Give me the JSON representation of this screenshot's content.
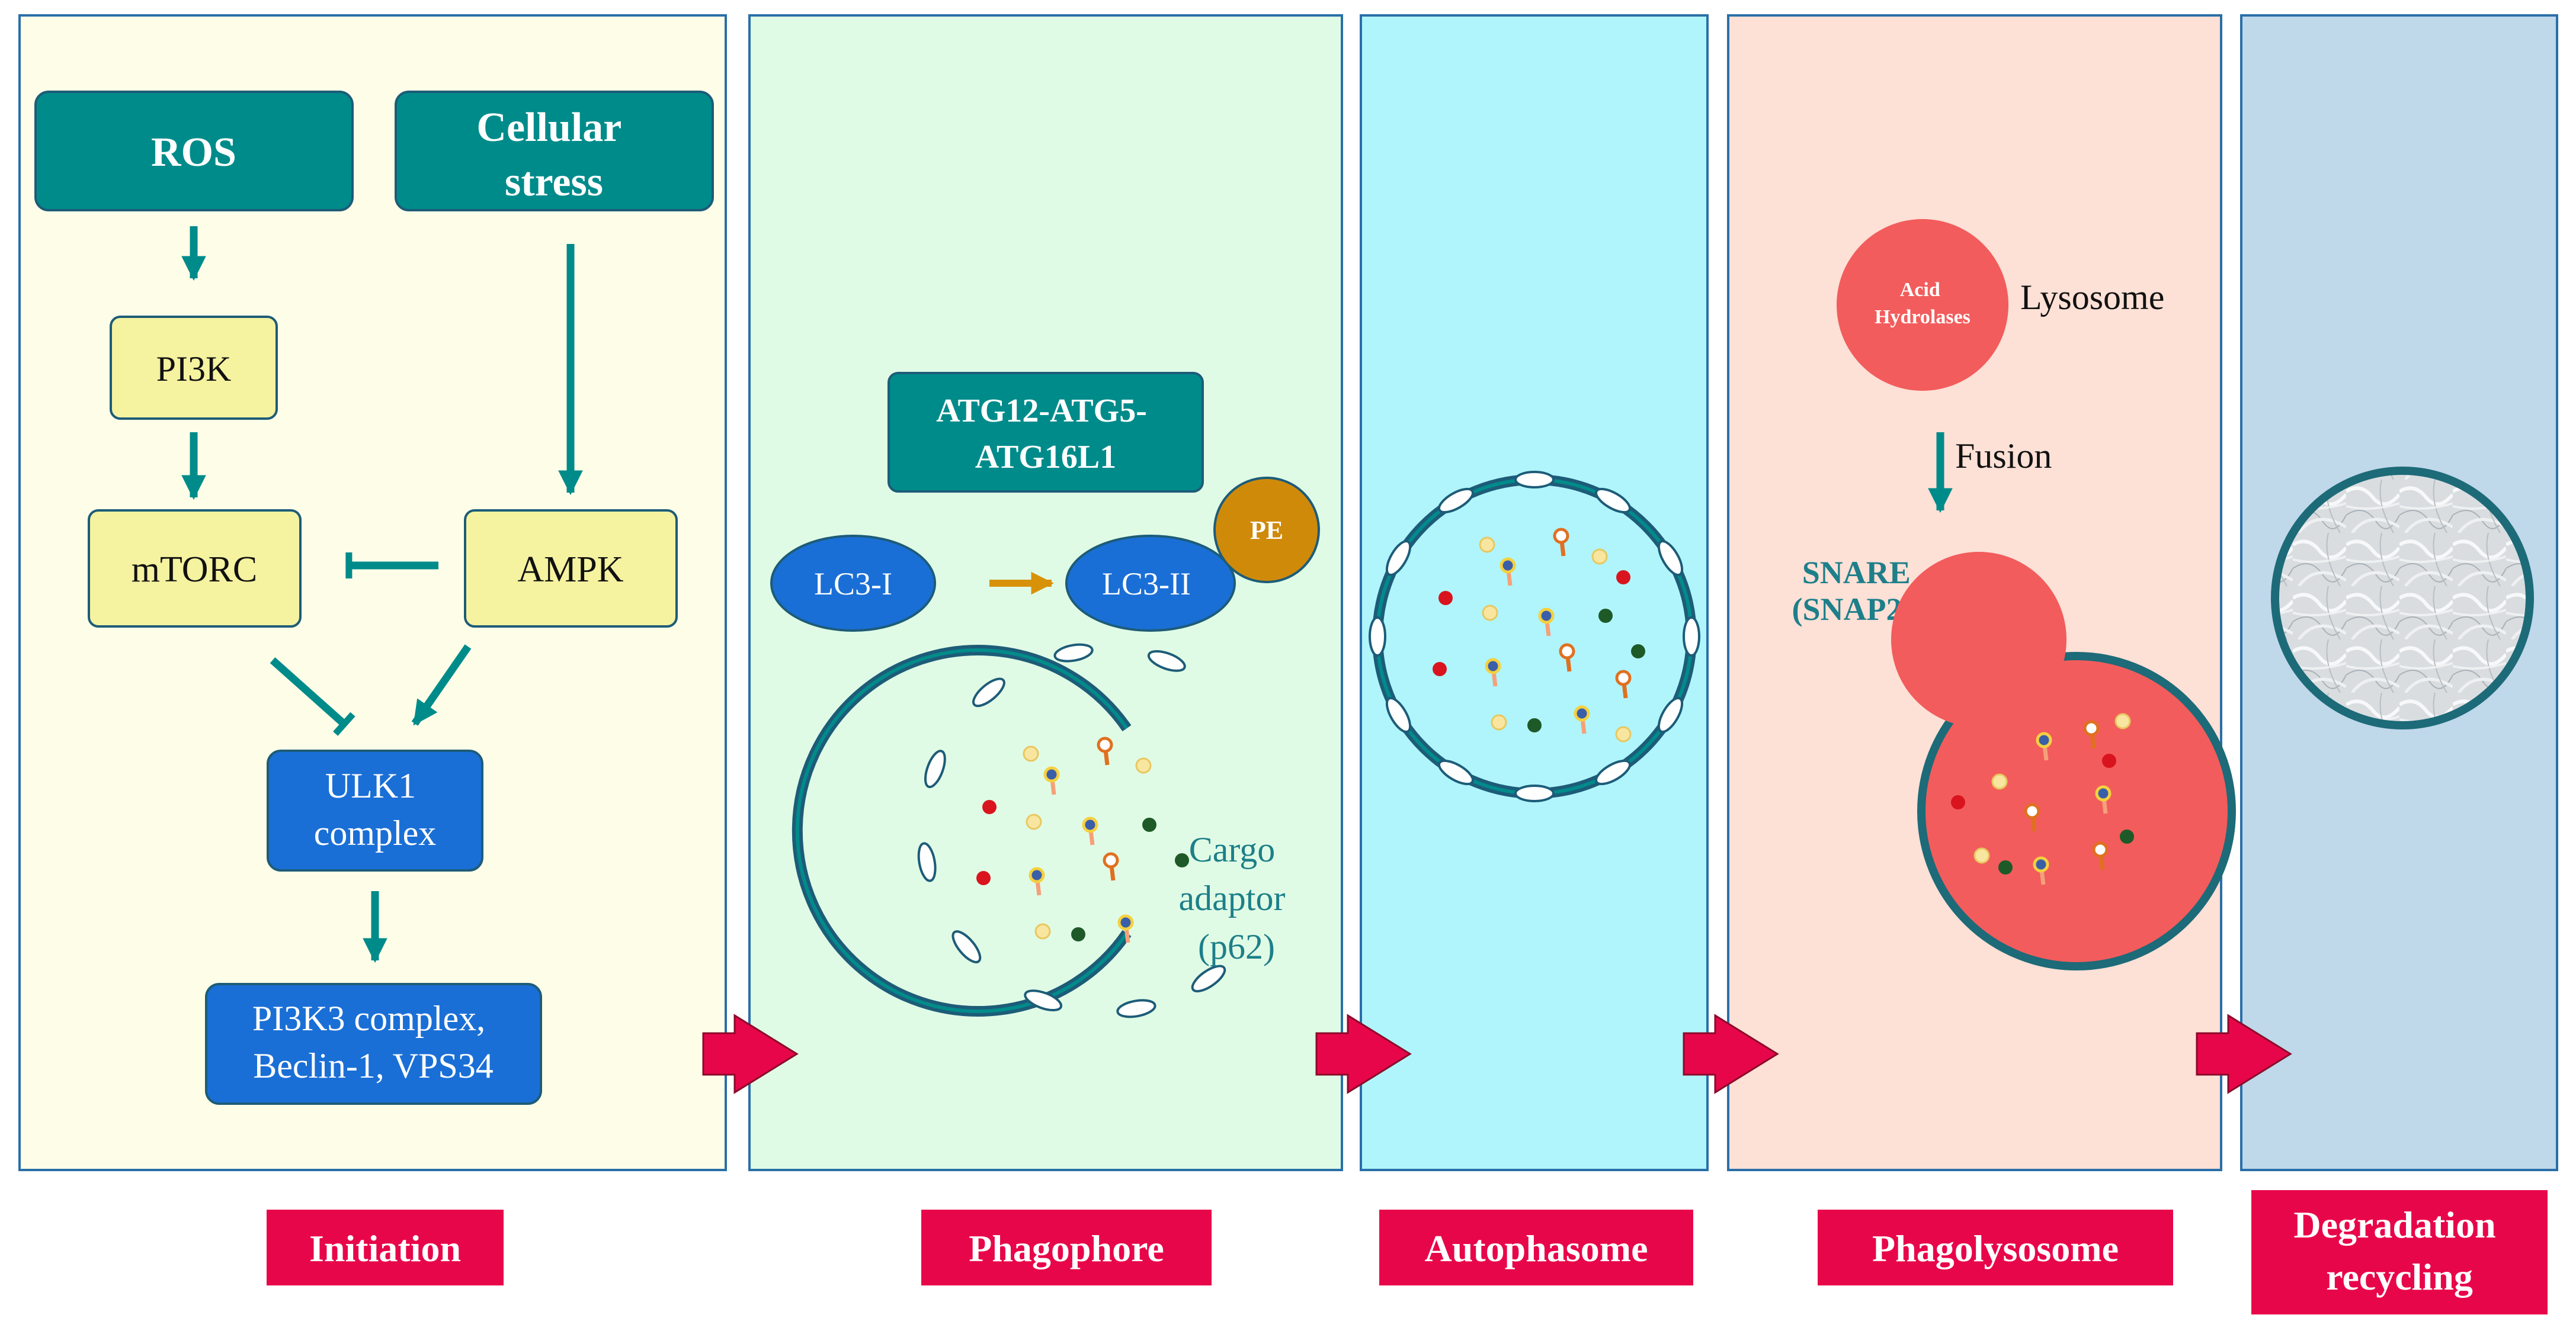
{
  "panels": {
    "initiation": {
      "ros": "ROS",
      "stress_line1": "Cellular",
      "stress_line2": "stress",
      "pi3k": "PI3K",
      "mtorc": "mTORC",
      "ampk": "AMPK",
      "ulk1_line1": "ULK1",
      "ulk1_line2": "complex",
      "pi3k3_line1": "PI3K3 complex,",
      "pi3k3_line2": "Beclin-1, VPS34"
    },
    "phagophore": {
      "atg_line1": "ATG12-ATG5-",
      "atg_line2": "ATG16L1",
      "lc3i": "LC3-I",
      "lc3ii": "LC3-II",
      "pe": "PE",
      "cargo_line1": "Cargo",
      "cargo_line2": "adaptor",
      "cargo_line3": "(p62)"
    },
    "phagolysosome": {
      "acid_line1": "Acid",
      "acid_line2": "Hydrolases",
      "lysosome": "Lysosome",
      "fusion": "Fusion",
      "snare_line1": "SNARE",
      "snare_line2": "(SNAP29)"
    }
  },
  "stages": {
    "initiation": "Initiation",
    "phagophore": "Phagophore",
    "autophasome": "Autophasome",
    "phagolysosome": "Phagolysosome",
    "degradation_line1": "Degradation",
    "degradation_line2": "recycling"
  },
  "colors": {
    "teal_box": "#008b8b",
    "yellow_box": "#f5f2a0",
    "blue_box": "#1a6fd6",
    "stage_label": "#e8064a",
    "stage_arrow": "#e8064a",
    "lysosome": "#f25c5c",
    "panel_initiation": "#fefee8",
    "panel_phagophore": "#e0fbe5",
    "panel_autophasome": "#b0f5fb",
    "panel_phagolysosome": "#fde0d6",
    "panel_degradation": "#bfd8ea"
  }
}
